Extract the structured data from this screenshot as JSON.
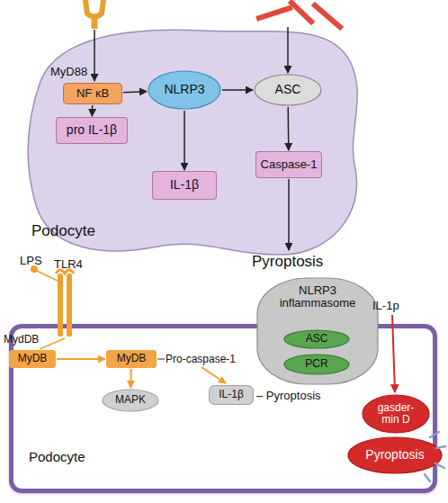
{
  "diagram": {
    "nodes": [
      {
        "text": [
          "Podocyte"
        ]
      },
      {
        "text": [
          "NF κB"
        ],
        "in": 0
      },
      {
        "text": [
          "pro IL-1β"
        ],
        "in": 0
      },
      {
        "text": [
          "NLRP3"
        ],
        "in": 0
      },
      {
        "text": [
          "ASC"
        ],
        "in": 0
      },
      {
        "text": [
          "IL-1β"
        ],
        "in": 0
      },
      {
        "text": [
          "Caspase-1"
        ],
        "in": 0
      },
      {
        "text": [
          "Podocyte"
        ]
      },
      {
        "text": [
          "MyDB"
        ],
        "in": 7
      },
      {
        "text": [
          "MyDB"
        ],
        "in": 7
      },
      {
        "text": [
          "MAPK"
        ],
        "in": 7
      },
      {
        "text": [
          "IL-1β"
        ],
        "in": 7
      },
      {
        "text": [
          "NLRP3 inflammasome"
        ],
        "in": 7
      },
      {
        "text": [
          "ASC"
        ],
        "in": 12
      },
      {
        "text": [
          "PCR"
        ],
        "in": 12
      },
      {
        "text": [
          "gasder- min D"
        ],
        "in": 7
      },
      {
        "text": [
          "Pyroptosis"
        ],
        "in": 7
      }
    ],
    "edges": [
      {
        "from": 1,
        "to": 2,
        "arrow": "to"
      },
      {
        "from": 1,
        "to": 3,
        "arrow": "to"
      },
      {
        "from": 3,
        "to": 4,
        "arrow": "to"
      },
      {
        "from": 3,
        "to": 5,
        "arrow": "to"
      },
      {
        "from": 4,
        "to": 6,
        "arrow": "to"
      },
      {
        "from": 8,
        "to": 9,
        "arrow": "to"
      },
      {
        "from": 9,
        "to": 10,
        "arrow": "to"
      }
    ],
    "labels": [
      "MyD88",
      "Pyroptosis",
      "LPS",
      "TLR4",
      "MydDB",
      "Pro-caspase-1",
      "– Pyroptosis",
      "IL-1p"
    ]
  }
}
